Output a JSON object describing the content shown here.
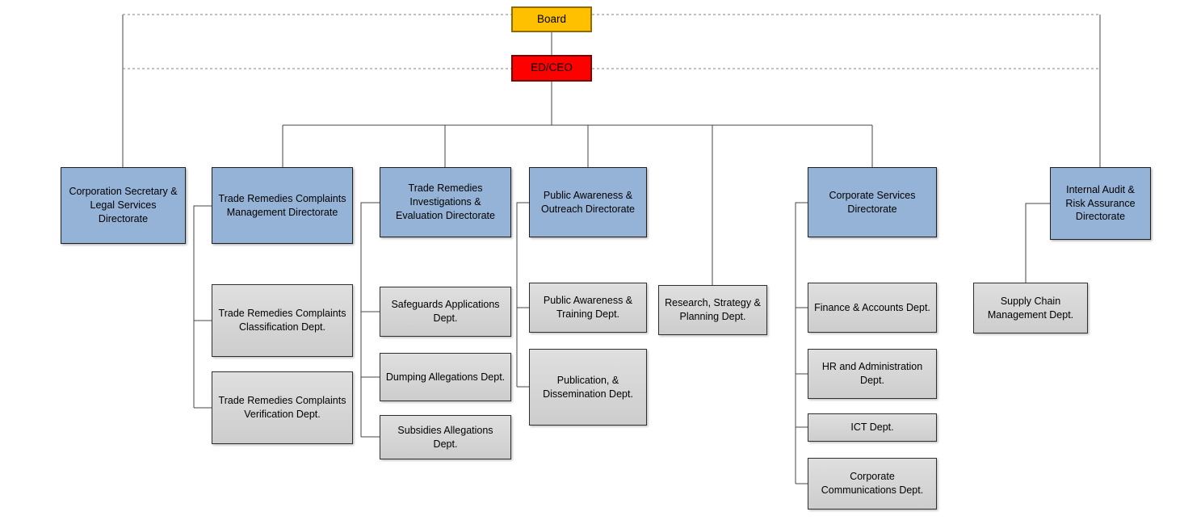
{
  "org_chart": {
    "board": {
      "label": "Board"
    },
    "ed_ceo": {
      "label": "ED/CEO"
    },
    "directorates": {
      "corp_secretary": {
        "label": "Corporation Secretary & Legal Services Directorate"
      },
      "tr_complaints_mgmt": {
        "label": "Trade Remedies Complaints Management Directorate"
      },
      "tr_investigations": {
        "label": "Trade Remedies Investigations & Evaluation Directorate"
      },
      "public_awareness": {
        "label": "Public Awareness & Outreach Directorate"
      },
      "corporate_services": {
        "label": "Corporate Services Directorate"
      },
      "internal_audit": {
        "label": "Internal Audit & Risk Assurance Directorate"
      }
    },
    "departments": {
      "tr_classification": {
        "label": "Trade Remedies Complaints Classification Dept."
      },
      "tr_verification": {
        "label": "Trade Remedies Complaints Verification Dept."
      },
      "safeguards": {
        "label": "Safeguards Applications Dept."
      },
      "dumping": {
        "label": "Dumping Allegations Dept."
      },
      "subsidies": {
        "label": "Subsidies Allegations Dept."
      },
      "pa_training": {
        "label": "Public Awareness & Training Dept."
      },
      "publication": {
        "label": "Publication, & Dissemination Dept."
      },
      "research": {
        "label": "Research, Strategy & Planning Dept."
      },
      "finance": {
        "label": "Finance & Accounts Dept."
      },
      "hr_admin": {
        "label": "HR and Administration Dept."
      },
      "ict": {
        "label": "ICT Dept."
      },
      "corp_comms": {
        "label": "Corporate Communications Dept."
      },
      "supply_chain": {
        "label": "Supply Chain Management Dept."
      }
    }
  },
  "colors": {
    "board_fill": "#FFC000",
    "ceo_fill": "#FF0000",
    "directorate_fill": "#95B3D7",
    "department_fill": "#D9D9D9",
    "solid_line": "#454545",
    "dotted_line": "#808080"
  }
}
